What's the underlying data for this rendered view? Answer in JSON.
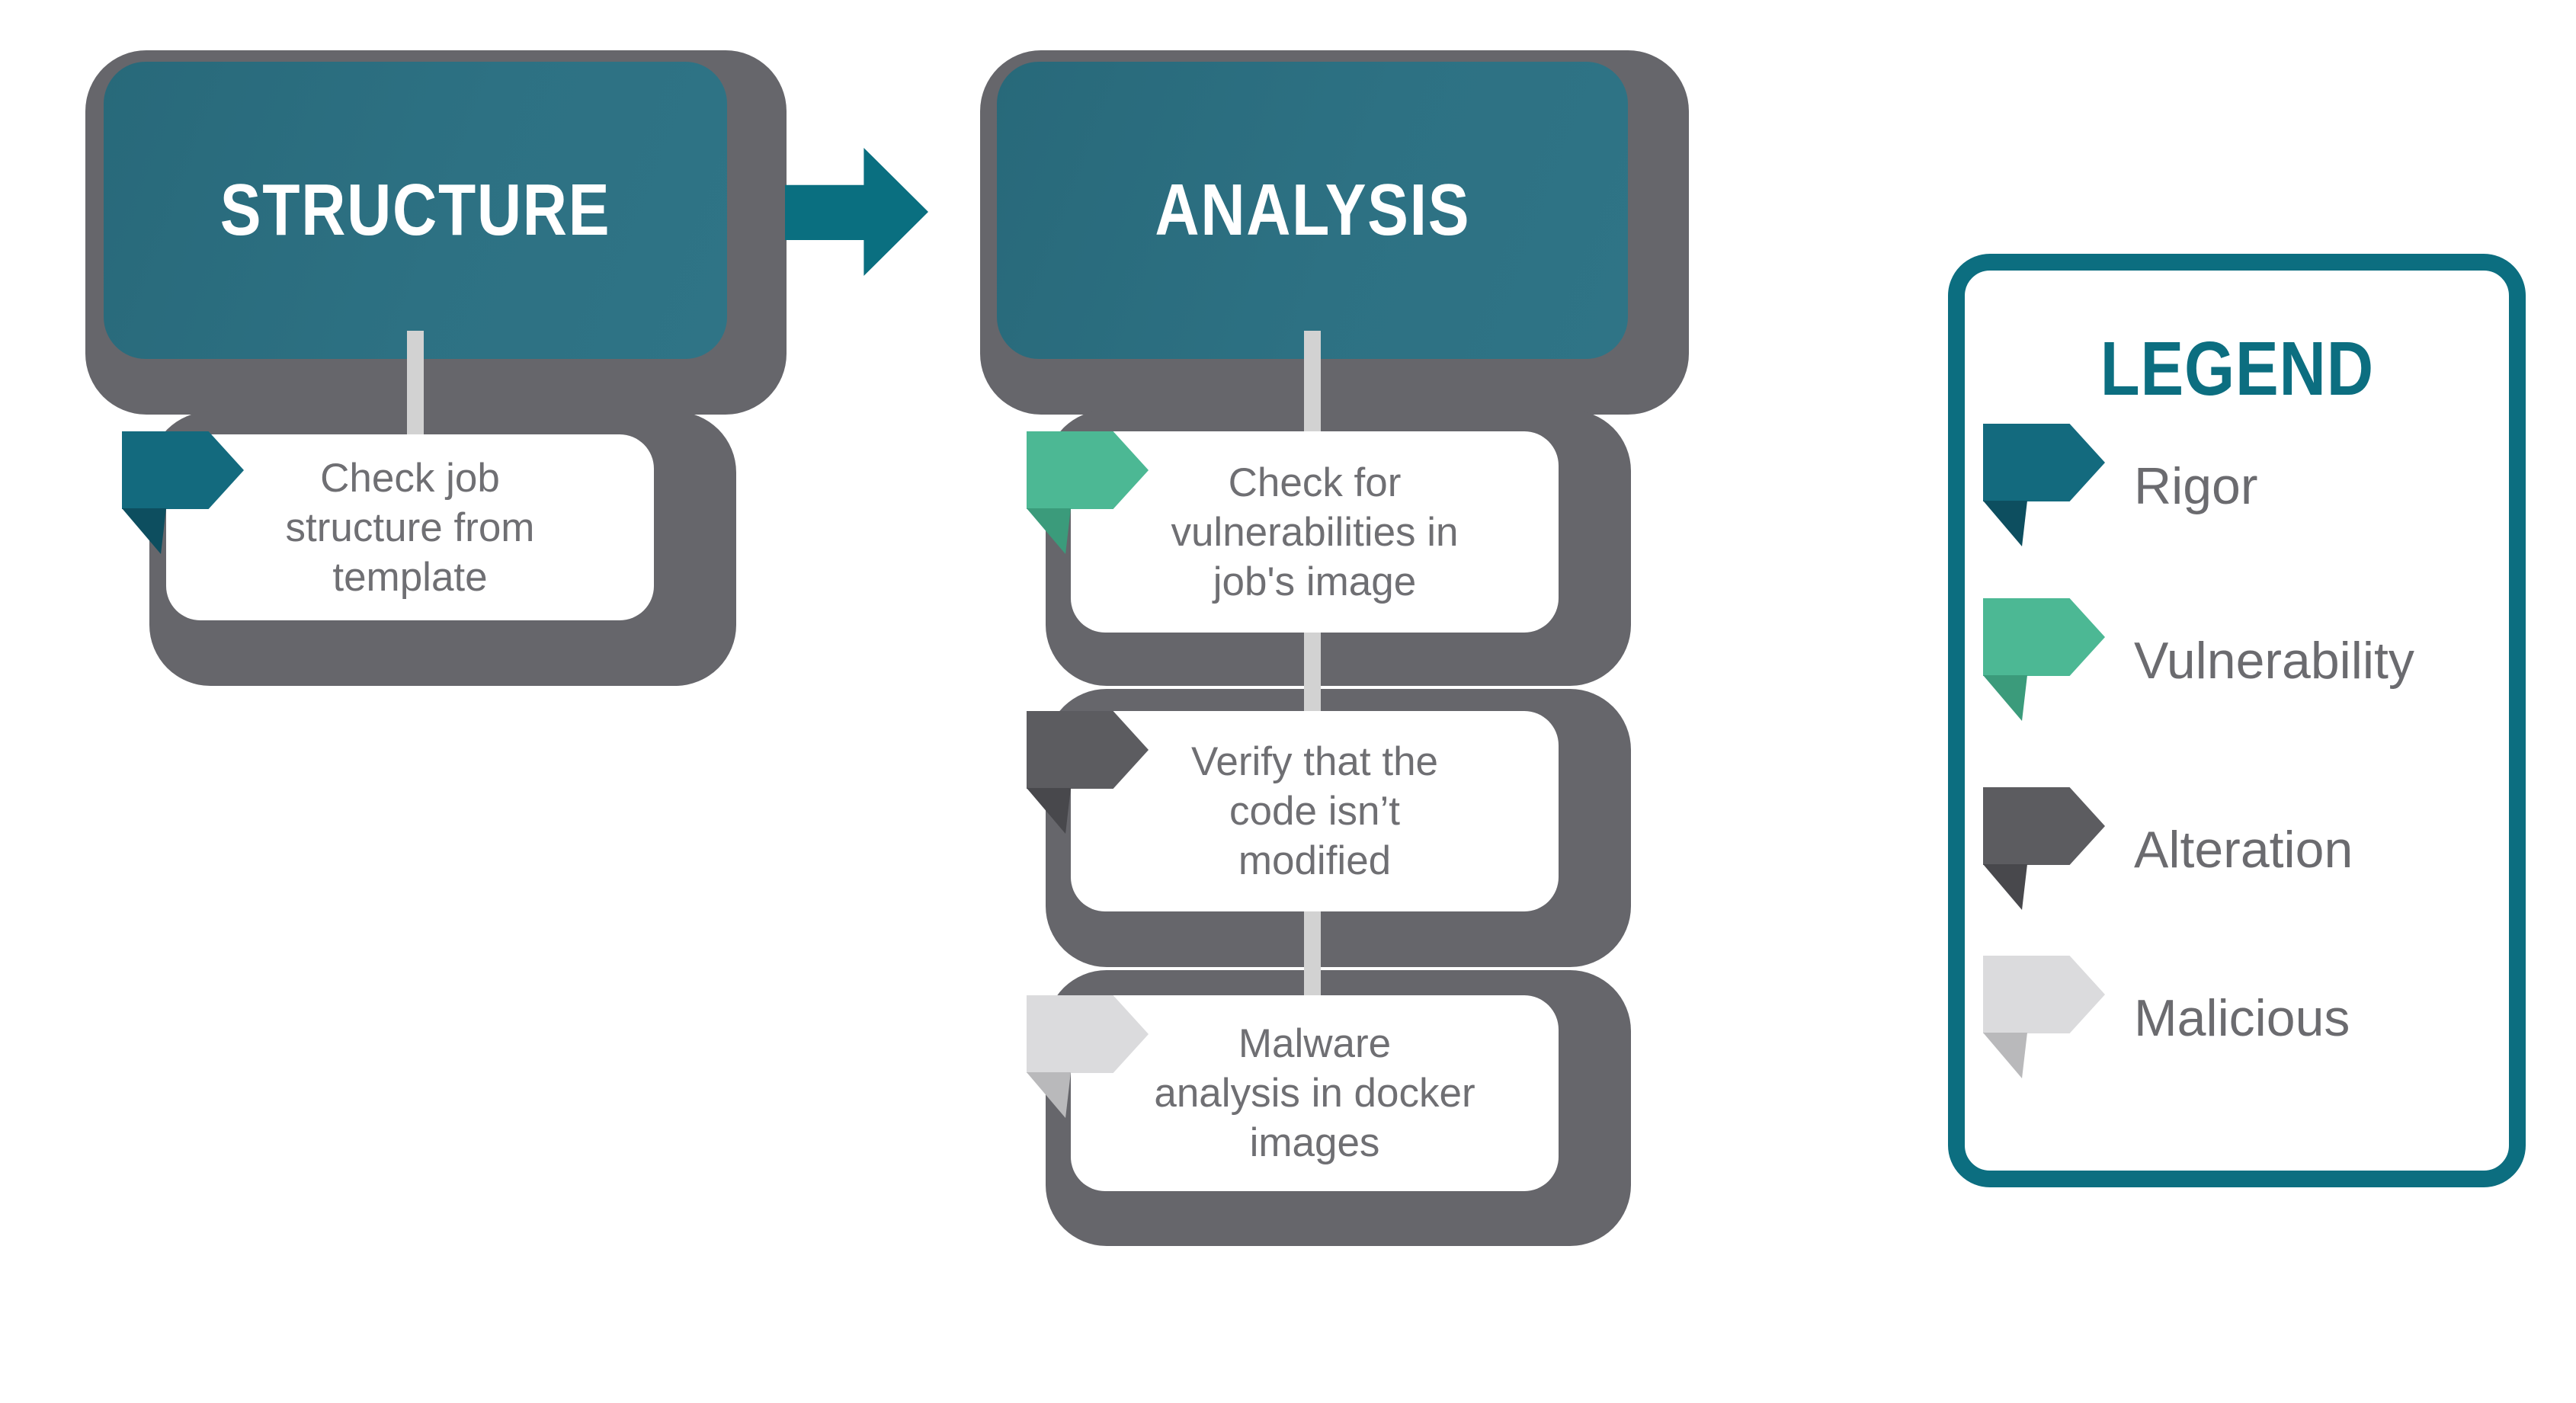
{
  "stages": [
    {
      "title": "STRUCTURE",
      "items": [
        {
          "category": "rigor",
          "label": "Check job structure from template",
          "lines": [
            "Check job",
            "structure from",
            "template"
          ]
        }
      ]
    },
    {
      "title": "ANALYSIS",
      "items": [
        {
          "category": "vulnerability",
          "label": "Check for vulnerabilities in job's image",
          "lines": [
            "Check for",
            "vulnerabilities in",
            "job's image"
          ]
        },
        {
          "category": "alteration",
          "label": "Verify that the code isn’t modified",
          "lines": [
            "Verify that the",
            "code isn’t",
            "modified"
          ]
        },
        {
          "category": "malicious",
          "label": "Malware analysis in docker images",
          "lines": [
            "Malware",
            "analysis in docker",
            "images"
          ]
        }
      ]
    }
  ],
  "legend": {
    "title": "LEGEND",
    "items": [
      {
        "label": "Rigor",
        "color": "#136a7e"
      },
      {
        "label": "Vulnerability",
        "color": "#4cb894"
      },
      {
        "label": "Alteration",
        "color": "#5c5c60"
      },
      {
        "label": "Malicious",
        "color": "#dbdbdd"
      }
    ]
  },
  "colors": {
    "accent_teal": "#0c6e80",
    "stage_box_teal": "#2d6f80",
    "shell_gray": "#66666b",
    "text_gray": "#6f6f73",
    "connector_gray": "#d2d2d2",
    "background": "#ffffff"
  }
}
